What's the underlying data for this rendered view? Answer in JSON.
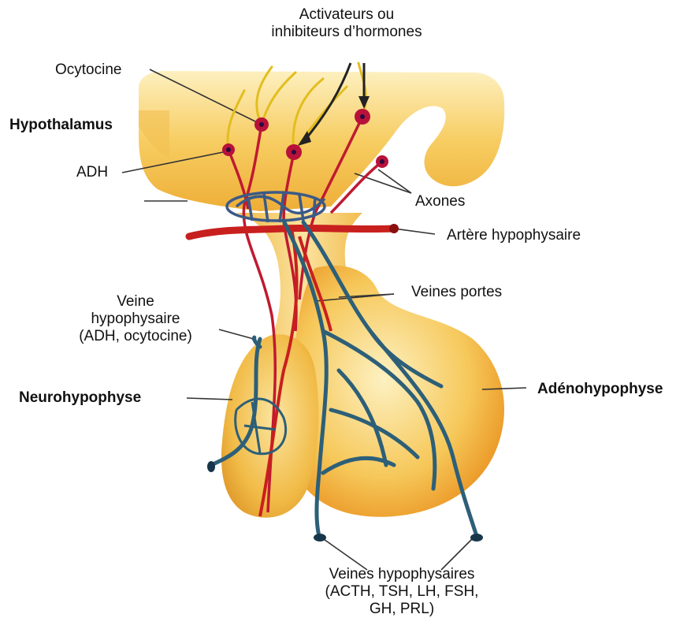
{
  "labels": {
    "activateurs": [
      "Activateurs ou",
      "inhibiteurs d’hormones"
    ],
    "ocytocine": "Ocytocine",
    "hypothalamus": "Hypothalamus",
    "adh": "ADH",
    "axones": "Axones",
    "artere": "Artère hypophysaire",
    "veines_portes": "Veines portes",
    "veine_hypo": [
      "Veine",
      "hypophysaire",
      "(ADH, ocytocine)"
    ],
    "neurohypophyse": "Neurohypophyse",
    "adenohypophyse": "Adénohypophyse",
    "veines_hypo_bas": [
      "Veines hypophysaires",
      "(ACTH, TSH, LH, FSH,",
      "GH, PRL)"
    ]
  },
  "colors": {
    "tissue_light": "#fbe7a0",
    "tissue_mid": "#f6c95a",
    "tissue_dark": "#e9a52c",
    "artery": "#c8201e",
    "vein": "#2d5f78",
    "neuron": "#b8123a",
    "dendrite": "#e5c020",
    "edge_red": "#d9371b"
  }
}
